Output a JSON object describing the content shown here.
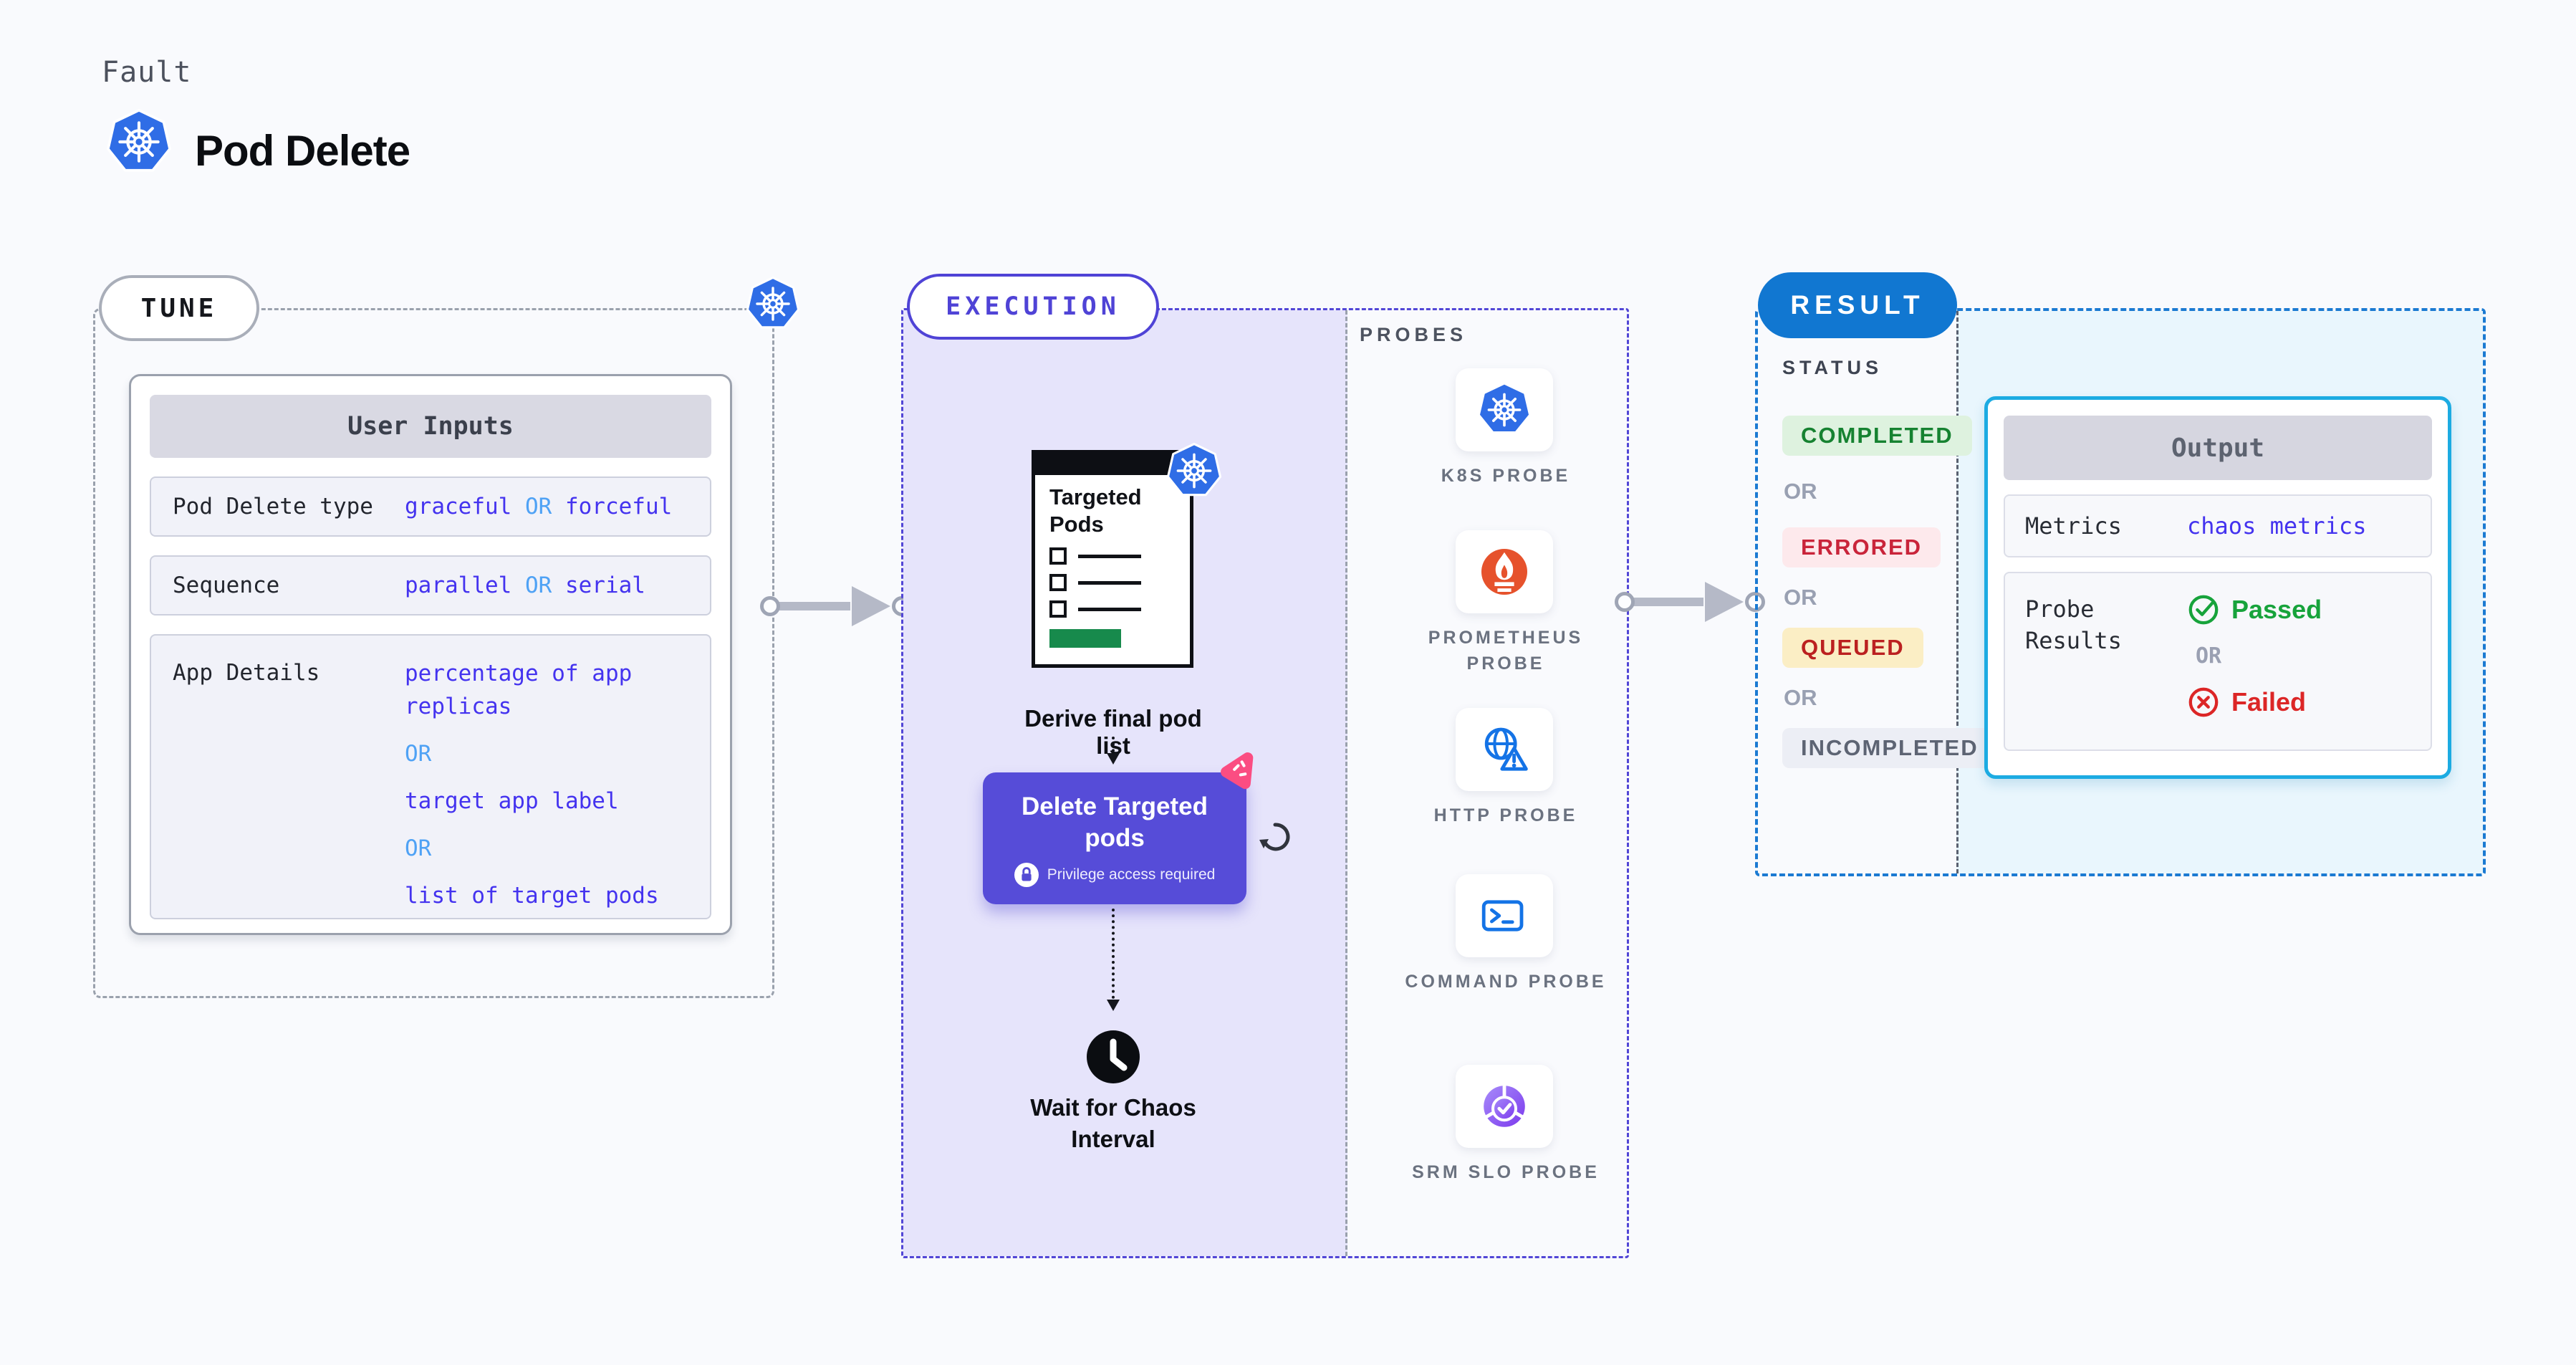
{
  "header": {
    "kicker": "Fault",
    "title": "Pod Delete",
    "icon": "kubernetes-icon"
  },
  "tune": {
    "pill": "TUNE",
    "user_inputs": {
      "title": "User Inputs",
      "rows": [
        {
          "label": "Pod Delete type",
          "v1": "graceful",
          "or": "OR",
          "v2": "forceful"
        },
        {
          "label": "Sequence",
          "v1": "parallel",
          "or": "OR",
          "v2": "serial"
        },
        {
          "label": "App Details",
          "or": "OR",
          "options": [
            "percentage of app replicas",
            "target app label",
            "list of target pods"
          ]
        }
      ]
    }
  },
  "execution": {
    "pill": "EXECUTION",
    "flow": {
      "clipboard_title": "Targeted Pods",
      "derive_label": "Derive final pod list",
      "action_title": "Delete Targeted pods",
      "action_note": "Privilege access required",
      "wait_label": "Wait for Chaos Interval"
    },
    "probes": {
      "title": "PROBES",
      "items": [
        {
          "label": "K8S PROBE",
          "icon": "kubernetes-icon"
        },
        {
          "label": "PROMETHEUS PROBE",
          "icon": "prometheus-icon"
        },
        {
          "label": "HTTP PROBE",
          "icon": "http-globe-warning-icon"
        },
        {
          "label": "COMMAND PROBE",
          "icon": "terminal-icon"
        },
        {
          "label": "SRM SLO PROBE",
          "icon": "srm-slo-pie-check-icon"
        }
      ]
    }
  },
  "result": {
    "pill": "RESULT",
    "status": {
      "title": "STATUS",
      "separator": "OR",
      "badges": [
        {
          "label": "COMPLETED",
          "fg": "#168231",
          "bg": "#def2df"
        },
        {
          "label": "ERRORED",
          "fg": "#c9243a",
          "bg": "#fde9ec"
        },
        {
          "label": "QUEUED",
          "fg": "#bb2020",
          "bg": "#fbeec5"
        },
        {
          "label": "INCOMPLETED",
          "fg": "#5d6473",
          "bg": "#eceef5"
        }
      ]
    },
    "output": {
      "title": "Output",
      "rows": {
        "metrics_label": "Metrics",
        "metrics_value": "chaos metrics",
        "probe_results_label": "Probe Results",
        "passed": "Passed",
        "separator": "OR",
        "failed": "Failed"
      }
    }
  },
  "colors": {
    "page_bg": "#f9fafd",
    "execution_accent": "#4f43d6",
    "execution_fill": "#e6e4fb",
    "result_accent": "#1177d1",
    "result_fill": "#e9f6fd",
    "output_border": "#1cabe2",
    "action_button": "#564cd8",
    "value_purple": "#4433ef",
    "value_or_blue": "#4fa2f5",
    "kubernetes_blue": "#2f6de6",
    "prometheus_orange": "#e6522c",
    "probe_icon_blue": "#1473e6",
    "srm_purple": "#7c3aed",
    "chaos_pink": "#fb4d82",
    "passed_green": "#17a33b",
    "failed_red": "#dc2626",
    "clipboard_green": "#178a4c",
    "arrow_gray": "#b5b9c7"
  }
}
